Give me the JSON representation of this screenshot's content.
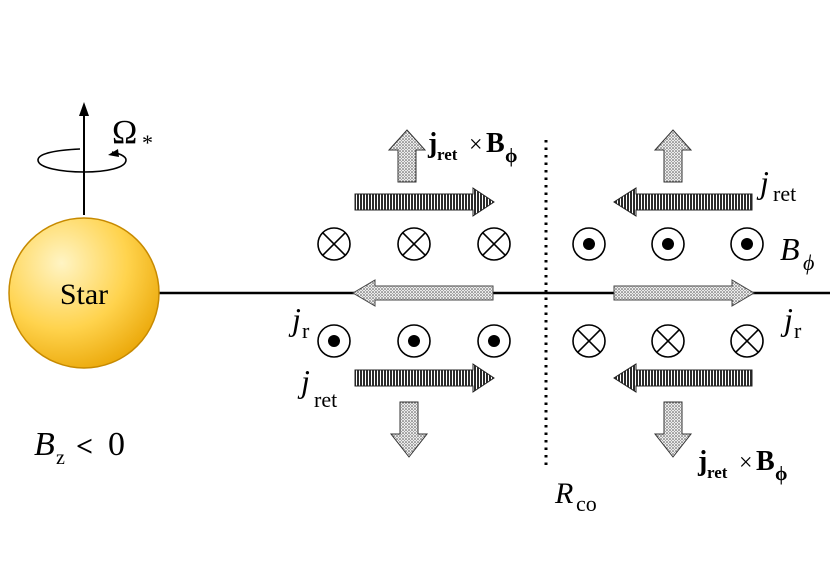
{
  "star": {
    "label": "Star"
  },
  "rotation": {
    "symbol": "Ω",
    "sub": "*"
  },
  "field_sign": {
    "symbol": "B",
    "sub": "z",
    "relation": "<",
    "value": "0"
  },
  "corotation": {
    "symbol": "R",
    "sub": "co"
  },
  "bphi": {
    "symbol": "B",
    "sub": "ϕ"
  },
  "currents": {
    "radial": {
      "symbol": "j",
      "sub": "r"
    },
    "return": {
      "symbol": "j",
      "sub": "ret"
    }
  },
  "force": {
    "j": "j",
    "j_sub": "ret",
    "times": "×",
    "b": "B",
    "b_sub": "ϕ"
  },
  "colors": {
    "star_light": "#fff4c4",
    "star_mid": "#ffd34d",
    "star_dark": "#e8a200",
    "arrow_dark": "#333333",
    "arrow_light": "#bdbdbd"
  }
}
